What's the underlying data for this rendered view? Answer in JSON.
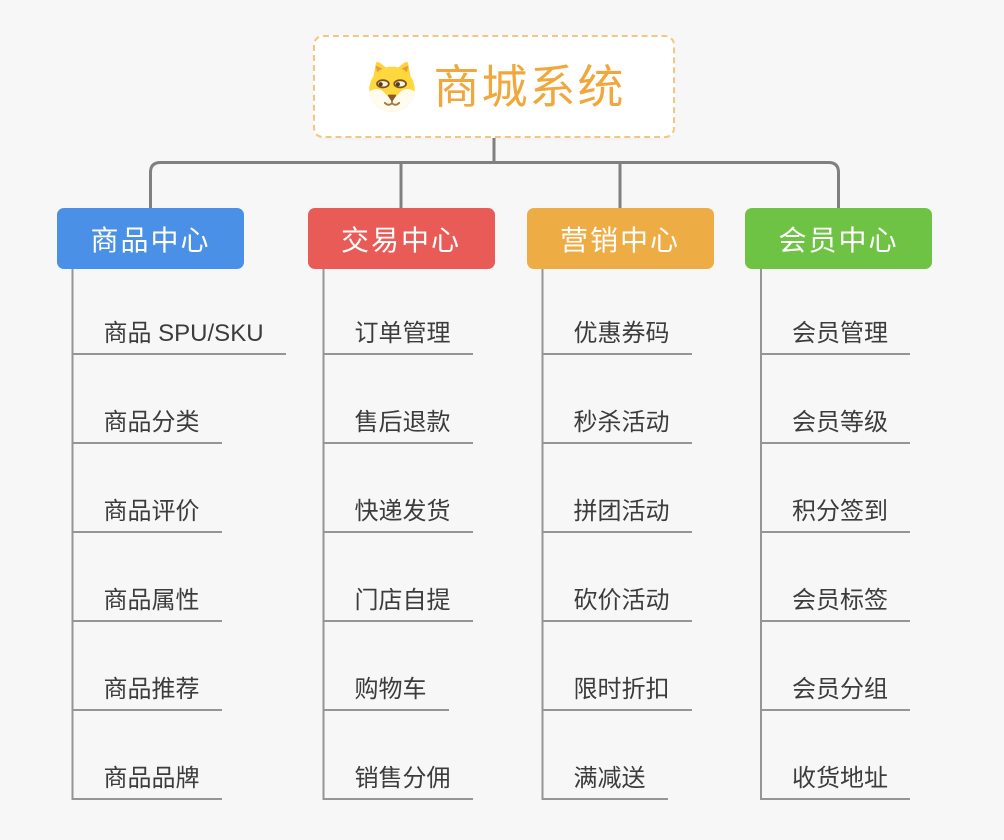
{
  "page": {
    "background": "#F7F7F7"
  },
  "root": {
    "title": "商城系统",
    "icon": "dog-face",
    "title_color": "#F0A73C",
    "border_color": "#F2C782"
  },
  "connectors": {
    "tree_line_color": "#808080",
    "child_line_color": "#959595"
  },
  "branches": [
    {
      "id": "product-center",
      "label": "商品中心",
      "color": "#4A90E6",
      "items": [
        "商品 SPU/SKU",
        "商品分类",
        "商品评价",
        "商品属性",
        "商品推荐",
        "商品品牌"
      ]
    },
    {
      "id": "trade-center",
      "label": "交易中心",
      "color": "#E85B56",
      "items": [
        "订单管理",
        "售后退款",
        "快递发货",
        "门店自提",
        "购物车",
        "销售分佣"
      ]
    },
    {
      "id": "marketing-center",
      "label": "营销中心",
      "color": "#EEAC44",
      "items": [
        "优惠券码",
        "秒杀活动",
        "拼团活动",
        "砍价活动",
        "限时折扣",
        "满减送"
      ]
    },
    {
      "id": "member-center",
      "label": "会员中心",
      "color": "#6FC344",
      "items": [
        "会员管理",
        "会员等级",
        "积分签到",
        "会员标签",
        "会员分组",
        "收货地址"
      ]
    }
  ]
}
